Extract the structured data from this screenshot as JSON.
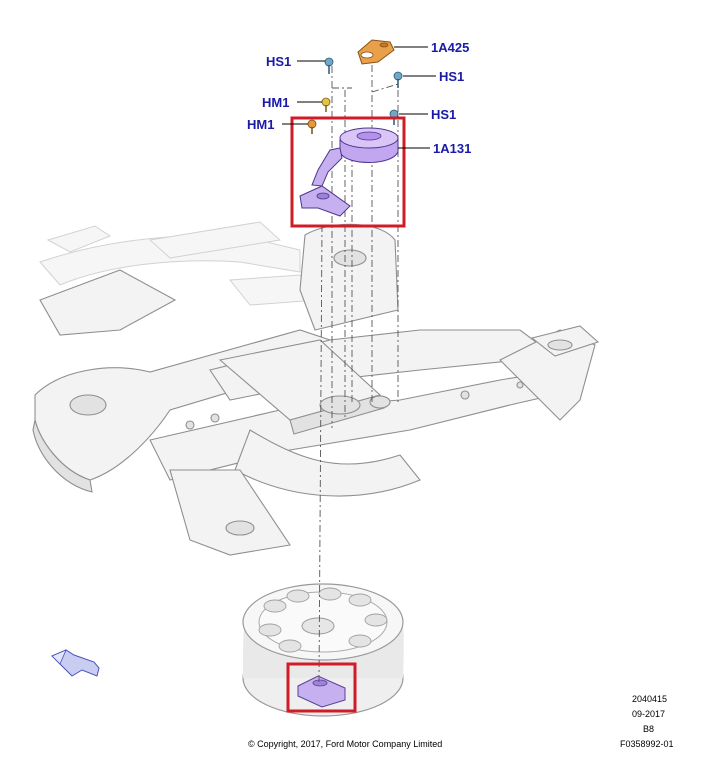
{
  "callouts": {
    "hs1_a": "HS1",
    "a1a425": "1A425",
    "hs1_b": "HS1",
    "hm1_a": "HM1",
    "hs1_c": "HS1",
    "hm1_b": "HM1",
    "a1a131": "1A131"
  },
  "footer": {
    "copyright": "© Copyright, 2017, Ford Motor Company Limited",
    "code": "2040415",
    "date": "09-2017",
    "rev": "B8",
    "figure_id": "F0358992-01"
  },
  "colors": {
    "callout_text": "#1a1aa8",
    "highlight_box": "#d01c26",
    "mount_purple": "#b79be8",
    "bracket_orange": "#e8983a"
  },
  "icons": [
    "front-direction-arrow-icon"
  ]
}
